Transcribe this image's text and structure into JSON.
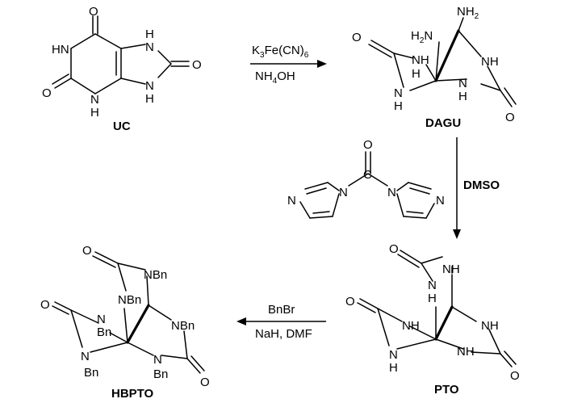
{
  "compounds": {
    "uc": {
      "label": "UC"
    },
    "dagu": {
      "label": "DAGU"
    },
    "pto": {
      "label": "PTO"
    },
    "hbpto": {
      "label": "HBPTO"
    }
  },
  "reagents": {
    "step1": {
      "reagent_main": "K",
      "reagent_sub1": "3",
      "reagent_mid": "Fe(CN)",
      "reagent_sub2": "6",
      "condition_main": "NH",
      "condition_sub": "4",
      "condition_end": "OH"
    },
    "step2": {
      "condition": "DMSO"
    },
    "step3": {
      "reagent": "BnBr",
      "condition": "NaH, DMF"
    }
  },
  "atoms": {
    "O": "O",
    "N": "N",
    "HN": "HN",
    "NH": "NH",
    "H": "H",
    "H2N": "H",
    "H2N_sub": "2",
    "H2N_end": "N",
    "NH2": "NH",
    "NH2_sub": "2",
    "NBn": "NBn",
    "Bn": "Bn",
    "C": "C"
  }
}
